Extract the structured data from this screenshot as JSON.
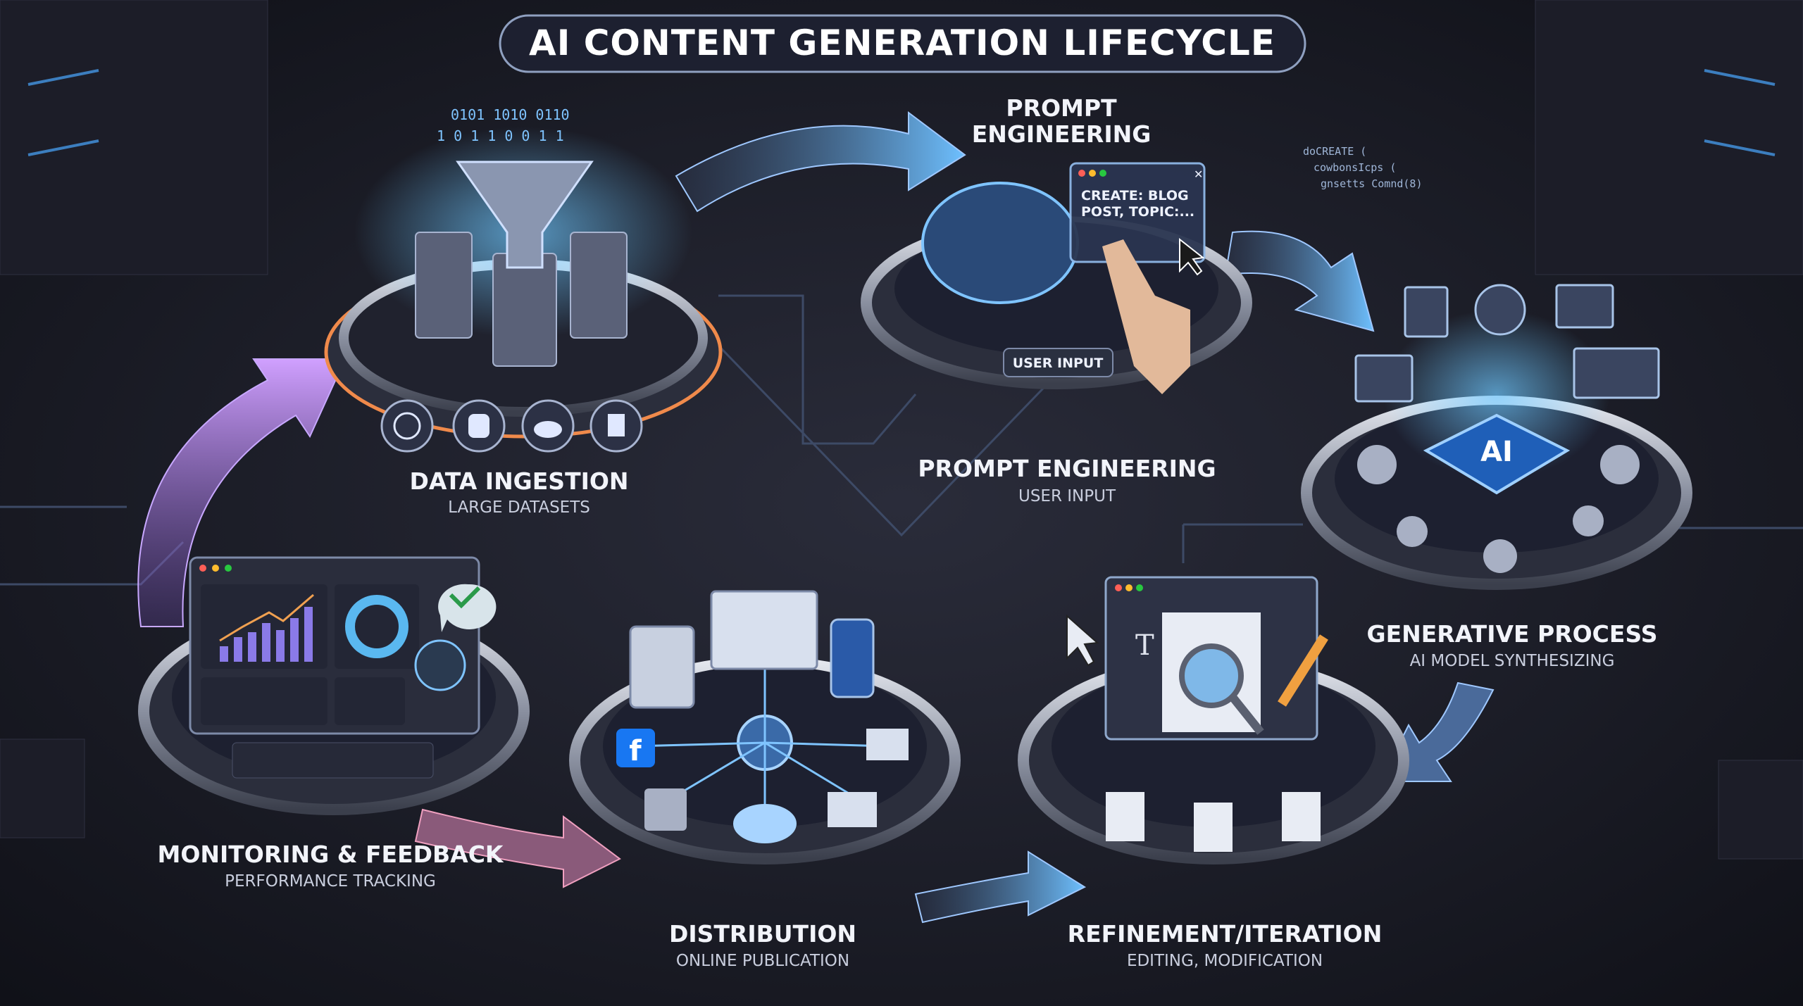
{
  "title": "AI CONTENT GENERATION LIFECYCLE",
  "colors": {
    "background": "#15161f",
    "accent_blue": "#4fb4ff",
    "accent_orange": "#f08a4b",
    "accent_purple": "#a070ff",
    "platform_ring": "#b7bcc9"
  },
  "stages": [
    {
      "id": "data-ingestion",
      "label": "DATA INGESTION",
      "sublabel": "LARGE DATASETS",
      "icons": [
        "globe-icon",
        "database-icon",
        "cloud-icon",
        "document-icon"
      ]
    },
    {
      "id": "prompt-engineering",
      "top_label_line1": "PROMPT",
      "top_label_line2": "ENGINEERING",
      "label": "PROMPT ENGINEERING",
      "sublabel": "USER INPUT",
      "prompt_window_text_line1": "CREATE: BLOG",
      "prompt_window_text_line2": "POST, TOPIC:...",
      "badge": "USER INPUT"
    },
    {
      "id": "generative-process",
      "label": "GENERATIVE PROCESS",
      "sublabel": "AI MODEL SYNTHESIZING",
      "chip_text": "AI"
    },
    {
      "id": "refinement-iteration",
      "label": "REFINEMENT/ITERATION",
      "sublabel": "EDITING, MODIFICATION"
    },
    {
      "id": "distribution",
      "label": "DISTRIBUTION",
      "sublabel": "ONLINE PUBLICATION",
      "icons": [
        "facebook-icon",
        "tiktok-icon",
        "twitter-icon",
        "email-icon",
        "cloud-icon",
        "server-icon"
      ]
    },
    {
      "id": "monitoring-feedback",
      "label": "MONITORING & FEEDBACK",
      "sublabel": "PERFORMANCE TRACKING"
    }
  ]
}
